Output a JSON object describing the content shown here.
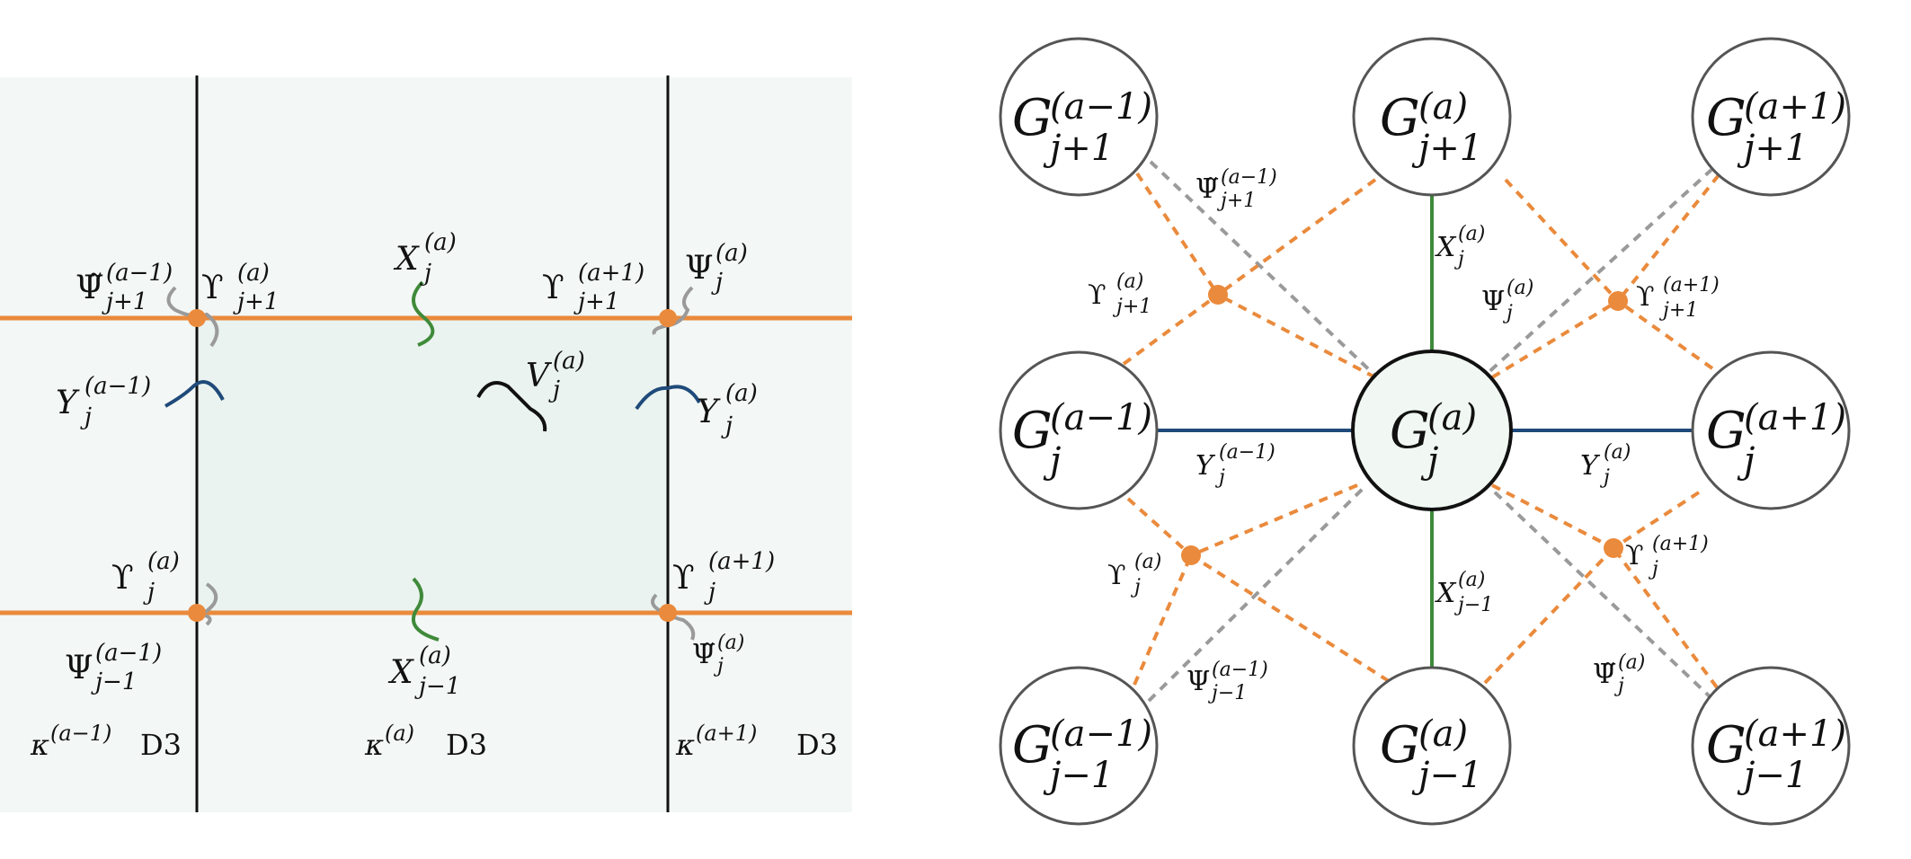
{
  "colors": {
    "brane": "#ea8a3c",
    "d3": "#111111",
    "x_string": "#3f8a3a",
    "y_string": "#1f4a7a",
    "v_string": "#111111",
    "fermion_string": "#9a9a9a",
    "panel_fill": "#f3f7f5",
    "inner_fill": "#eaf3ef",
    "node_stroke": "#555555",
    "center_node_stroke": "#111111",
    "center_node_fill": "#f1f8f3",
    "dashed_orange": "#ea8a3c",
    "dashed_gray": "#9a9a9a"
  },
  "left_panel": {
    "labels": {
      "psitilde_up": {
        "base": "Ψ̃",
        "sub": "j+1",
        "sup": "(a−1)"
      },
      "upsilon_up_left": {
        "base": "ϒ",
        "sub": "j+1",
        "sup": "(a)"
      },
      "x_top": {
        "base": "X",
        "sub": "j",
        "sup": "(a)"
      },
      "upsilon_up_right": {
        "base": "ϒ",
        "sub": "j+1",
        "sup": "(a+1)"
      },
      "psi_up_right": {
        "base": "Ψ",
        "sub": "j",
        "sup": "(a)"
      },
      "y_left": {
        "base": "Y",
        "sub": "j",
        "sup": "(a−1)"
      },
      "v_mid": {
        "base": "V",
        "sub": "j",
        "sup": "(a)"
      },
      "y_right": {
        "base": "Y",
        "sub": "j",
        "sup": "(a)"
      },
      "upsilon_down_left": {
        "base": "ϒ",
        "sub": "j",
        "sup": "(a)"
      },
      "upsilon_down_right": {
        "base": "ϒ",
        "sub": "j",
        "sup": "(a+1)"
      },
      "psi_down_left": {
        "base": "Ψ",
        "sub": "j−1",
        "sup": "(a−1)"
      },
      "x_bottom": {
        "base": "X",
        "sub": "j−1",
        "sup": "(a)"
      },
      "psitilde_down_right": {
        "base": "Ψ̃",
        "sub": "j",
        "sup": "(a)"
      }
    },
    "d3_labels": [
      {
        "kappa": "κ",
        "sup": "(a−1)",
        "suffix": "D3"
      },
      {
        "kappa": "κ",
        "sup": "(a)",
        "suffix": "D3"
      },
      {
        "kappa": "κ",
        "sup": "(a+1)",
        "suffix": "D3"
      }
    ]
  },
  "right_panel": {
    "nodes": [
      {
        "base": "G",
        "sub": "j+1",
        "sup": "(a−1)"
      },
      {
        "base": "G",
        "sub": "j+1",
        "sup": "(a)"
      },
      {
        "base": "G",
        "sub": "j+1",
        "sup": "(a+1)"
      },
      {
        "base": "G",
        "sub": "j",
        "sup": "(a−1)"
      },
      {
        "base": "G",
        "sub": "j",
        "sup": "(a)"
      },
      {
        "base": "G",
        "sub": "j",
        "sup": "(a+1)"
      },
      {
        "base": "G",
        "sub": "j−1",
        "sup": "(a−1)"
      },
      {
        "base": "G",
        "sub": "j−1",
        "sup": "(a)"
      },
      {
        "base": "G",
        "sub": "j−1",
        "sup": "(a+1)"
      }
    ],
    "edge_labels": {
      "psitilde_tl": {
        "base": "Ψ̃",
        "sub": "j+1",
        "sup": "(a−1)"
      },
      "x_up": {
        "base": "X",
        "sub": "j",
        "sup": "(a)"
      },
      "upsilon_tl": {
        "base": "ϒ",
        "sub": "j+1",
        "sup": "(a)"
      },
      "psi_tr": {
        "base": "Ψ",
        "sub": "j",
        "sup": "(a)"
      },
      "upsilon_tr": {
        "base": "ϒ",
        "sub": "j+1",
        "sup": "(a+1)"
      },
      "y_left": {
        "base": "Y",
        "sub": "j",
        "sup": "(a−1)"
      },
      "y_right": {
        "base": "Y",
        "sub": "j",
        "sup": "(a)"
      },
      "upsilon_bl": {
        "base": "ϒ",
        "sub": "j",
        "sup": "(a)"
      },
      "x_down": {
        "base": "X",
        "sub": "j−1",
        "sup": "(a)"
      },
      "upsilon_br": {
        "base": "ϒ",
        "sub": "j",
        "sup": "(a+1)"
      },
      "psi_bl": {
        "base": "Ψ",
        "sub": "j−1",
        "sup": "(a−1)"
      },
      "psitilde_br": {
        "base": "Ψ̃",
        "sub": "j",
        "sup": "(a)"
      }
    }
  }
}
